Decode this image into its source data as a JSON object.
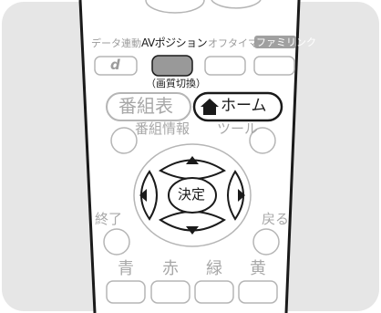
{
  "remote": {
    "top_row": {
      "data_link": "データ連動",
      "av_position": "AVポジション",
      "off_timer": "オフタイマー",
      "family_link": "ファミリンク",
      "d_button": "d",
      "av_sub": "（画質切換）"
    },
    "bangumi": "番組表",
    "home": "ホーム",
    "bangumi_info": "番組情報",
    "tools": "ツール",
    "enter": "決定",
    "exit": "終了",
    "back": "戻る",
    "colors": [
      {
        "label": "青",
        "key": "blue"
      },
      {
        "label": "赤",
        "key": "red"
      },
      {
        "label": "緑",
        "key": "green"
      },
      {
        "label": "黄",
        "key": "yellow"
      }
    ],
    "icons": [
      "house-icon",
      "arrow-up-icon",
      "arrow-down-icon",
      "arrow-left-icon",
      "arrow-right-icon"
    ]
  },
  "theme": {
    "panel_bg": "#e6e6e6",
    "remote_body": "#ffffff",
    "outline_dark": "#1a1a1a",
    "outline_light": "#b5b5b5",
    "highlight_button": "#999999",
    "familink_bg": "#a0a0a0"
  }
}
